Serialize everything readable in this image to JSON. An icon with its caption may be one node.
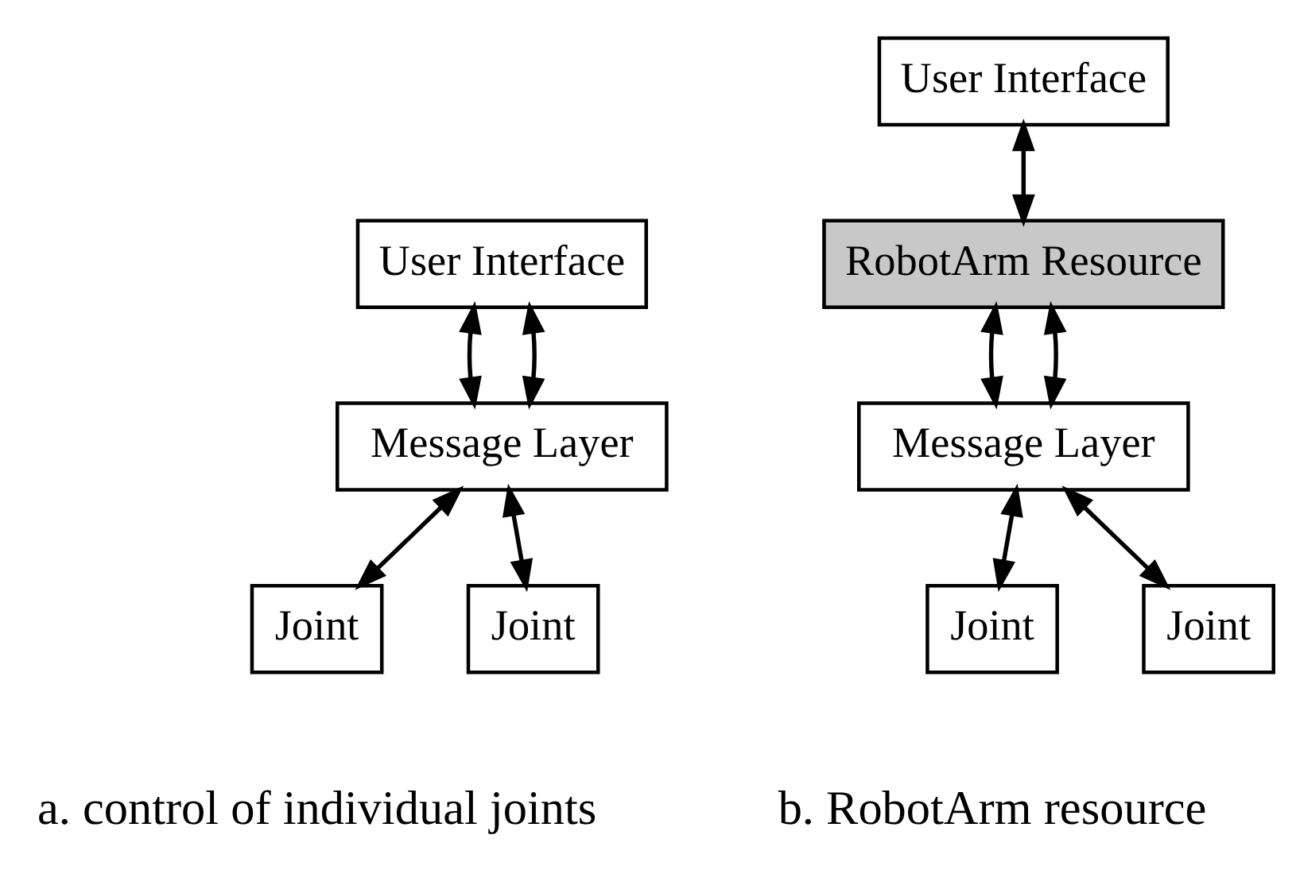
{
  "diagram": {
    "nodes": [
      {
        "text": [
          "User Interface"
        ]
      },
      {
        "text": [
          "Message Layer"
        ]
      },
      {
        "text": [
          "Joint"
        ]
      },
      {
        "text": [
          "Joint"
        ]
      },
      {
        "text": [
          "User Interface"
        ]
      },
      {
        "text": [
          "RobotArm Resource"
        ]
      },
      {
        "text": [
          "Message Layer"
        ]
      },
      {
        "text": [
          "Joint"
        ]
      },
      {
        "text": [
          "Joint"
        ]
      }
    ],
    "edges": [
      {
        "from": 0,
        "to": 1,
        "arrow": "both"
      },
      {
        "from": 0,
        "to": 1,
        "arrow": "both"
      },
      {
        "from": 1,
        "to": 2,
        "arrow": "both"
      },
      {
        "from": 1,
        "to": 3,
        "arrow": "both"
      },
      {
        "from": 4,
        "to": 5,
        "arrow": "both"
      },
      {
        "from": 5,
        "to": 6,
        "arrow": "both"
      },
      {
        "from": 5,
        "to": 6,
        "arrow": "both"
      },
      {
        "from": 6,
        "to": 7,
        "arrow": "both"
      },
      {
        "from": 6,
        "to": 8,
        "arrow": "both"
      }
    ],
    "labels": [
      "a. control of individual joints",
      "b. RobotArm resource"
    ]
  }
}
